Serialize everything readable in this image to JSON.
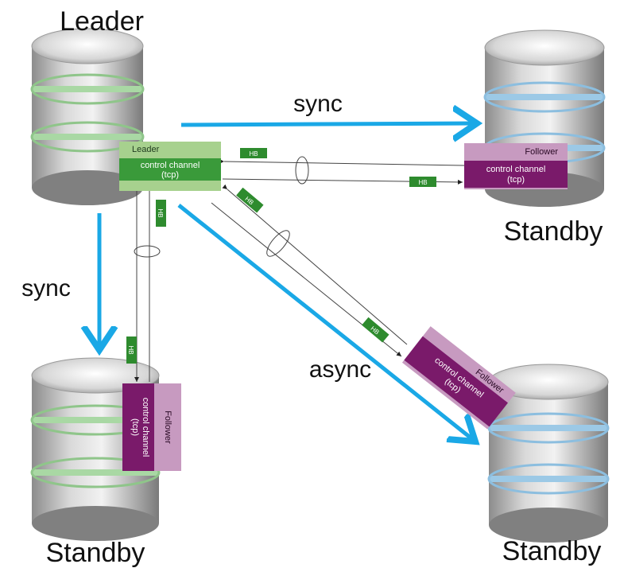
{
  "nodes": {
    "leader": {
      "label": "Leader"
    },
    "standby_right": {
      "label": "Standby"
    },
    "standby_bottom_left": {
      "label": "Standby"
    },
    "standby_bottom_right": {
      "label": "Standby"
    }
  },
  "links": {
    "to_right": {
      "label": "sync"
    },
    "to_bottom_left": {
      "label": "sync"
    },
    "to_bottom_right": {
      "label": "async"
    }
  },
  "channels": {
    "leader": {
      "role": "Leader",
      "line1": "control channel",
      "line2": "(tcp)"
    },
    "follower_right": {
      "role": "Follower",
      "line1": "control channel",
      "line2": "(tcp)"
    },
    "follower_bottom_left": {
      "role": "Follower",
      "line1": "control channel",
      "line2": "(tcp)"
    },
    "follower_bottom_right": {
      "role": "Follower",
      "line1": "control channel",
      "line2": "(tcp)"
    }
  },
  "heartbeat": {
    "label": "HB"
  },
  "colors": {
    "sync_arrow": "#1aa8e6",
    "leader_channel": "#3a9a3a",
    "leader_header": "#a7d18e",
    "follower_channel": "#7a1a6a",
    "follower_header": "#c79ac0",
    "hb_badge": "#2e8b2e"
  }
}
